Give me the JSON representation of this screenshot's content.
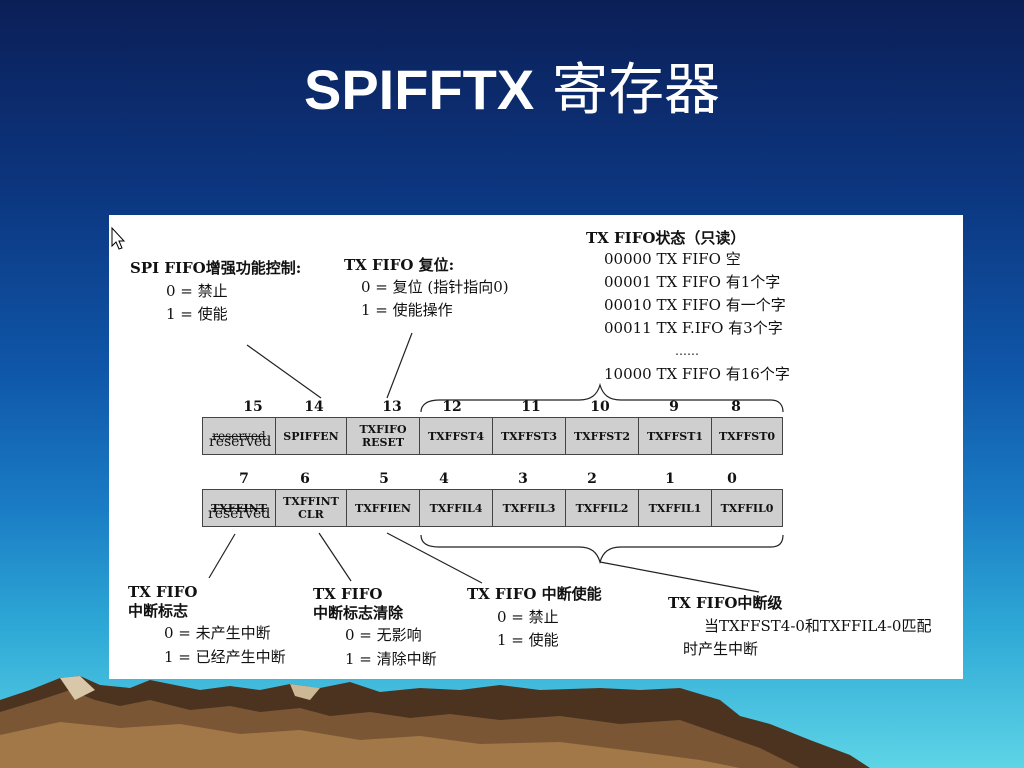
{
  "title": {
    "main": "SPIFFTX",
    "cjk": "寄存器"
  },
  "colors": {
    "background_top": "#0b1f57",
    "background_bottom": "#5ed4e6",
    "cell_fill": "#cfcfcf"
  },
  "icons": {
    "cursor": "mouse-cursor-icon"
  },
  "annotations": {
    "spi_fifo": {
      "heading": "SPI FIFO增强功能控制:",
      "line0": "0 =  禁止",
      "line1": "1 =  使能"
    },
    "tx_fifo_reset": {
      "heading": "TX FIFO  复位:",
      "line0": "0 =  复位  (指针指向0)",
      "line1": "1 =  使能操作"
    },
    "tx_fifo_status": {
      "heading": "TX FIFO状态（只读）",
      "rows": [
        "00000 TX FIFO  空",
        "00001 TX FIFO  有1个字",
        "00010 TX FIFO  有一个字",
        "00011 TX F.IFO  有3个字",
        "……",
        "10000 TX FIFO  有16个字"
      ]
    },
    "int_flag": {
      "heading1": "TX FIFO",
      "heading2": "中断标志",
      "line0": "0 =  未产生中断",
      "line1": "1 =  已经产生中断"
    },
    "int_clear": {
      "heading1": "TX FIFO",
      "heading2": "中断标志清除",
      "line0": "0 =  无影响",
      "line1": "1 =  清除中断"
    },
    "int_enable": {
      "heading": "TX FIFO  中断使能",
      "line0": "0 =  禁止",
      "line1": "1 =  使能"
    },
    "int_level": {
      "heading": "TX FIFO中断级",
      "line1": "当TXFFST4-0和TXFFIL4-0匹配",
      "line2": "时产生中断"
    }
  },
  "register_high": {
    "bits": [
      "15",
      "14",
      "13",
      "12",
      "11",
      "10",
      "9",
      "8"
    ],
    "reserved_overlay": "reserved",
    "cells": [
      {
        "label": "reserved"
      },
      {
        "label": "SPIFFEN"
      },
      {
        "line1": "TXFIFO",
        "line2": "RESET"
      },
      {
        "label": "TXFFST4"
      },
      {
        "label": "TXFFST3"
      },
      {
        "label": "TXFFST2"
      },
      {
        "label": "TXFFST1"
      },
      {
        "label": "TXFFST0"
      }
    ]
  },
  "register_low": {
    "bits": [
      "7",
      "6",
      "5",
      "4",
      "3",
      "2",
      "1",
      "0"
    ],
    "reserved_overlay": "reserved",
    "cells": [
      {
        "label": "TXFFINT"
      },
      {
        "line1": "TXFFINT",
        "line2": "CLR"
      },
      {
        "label": "TXFFIEN"
      },
      {
        "label": "TXFFIL4"
      },
      {
        "label": "TXFFIL3"
      },
      {
        "label": "TXFFIL2"
      },
      {
        "label": "TXFFIL1"
      },
      {
        "label": "TXFFIL0"
      }
    ]
  }
}
